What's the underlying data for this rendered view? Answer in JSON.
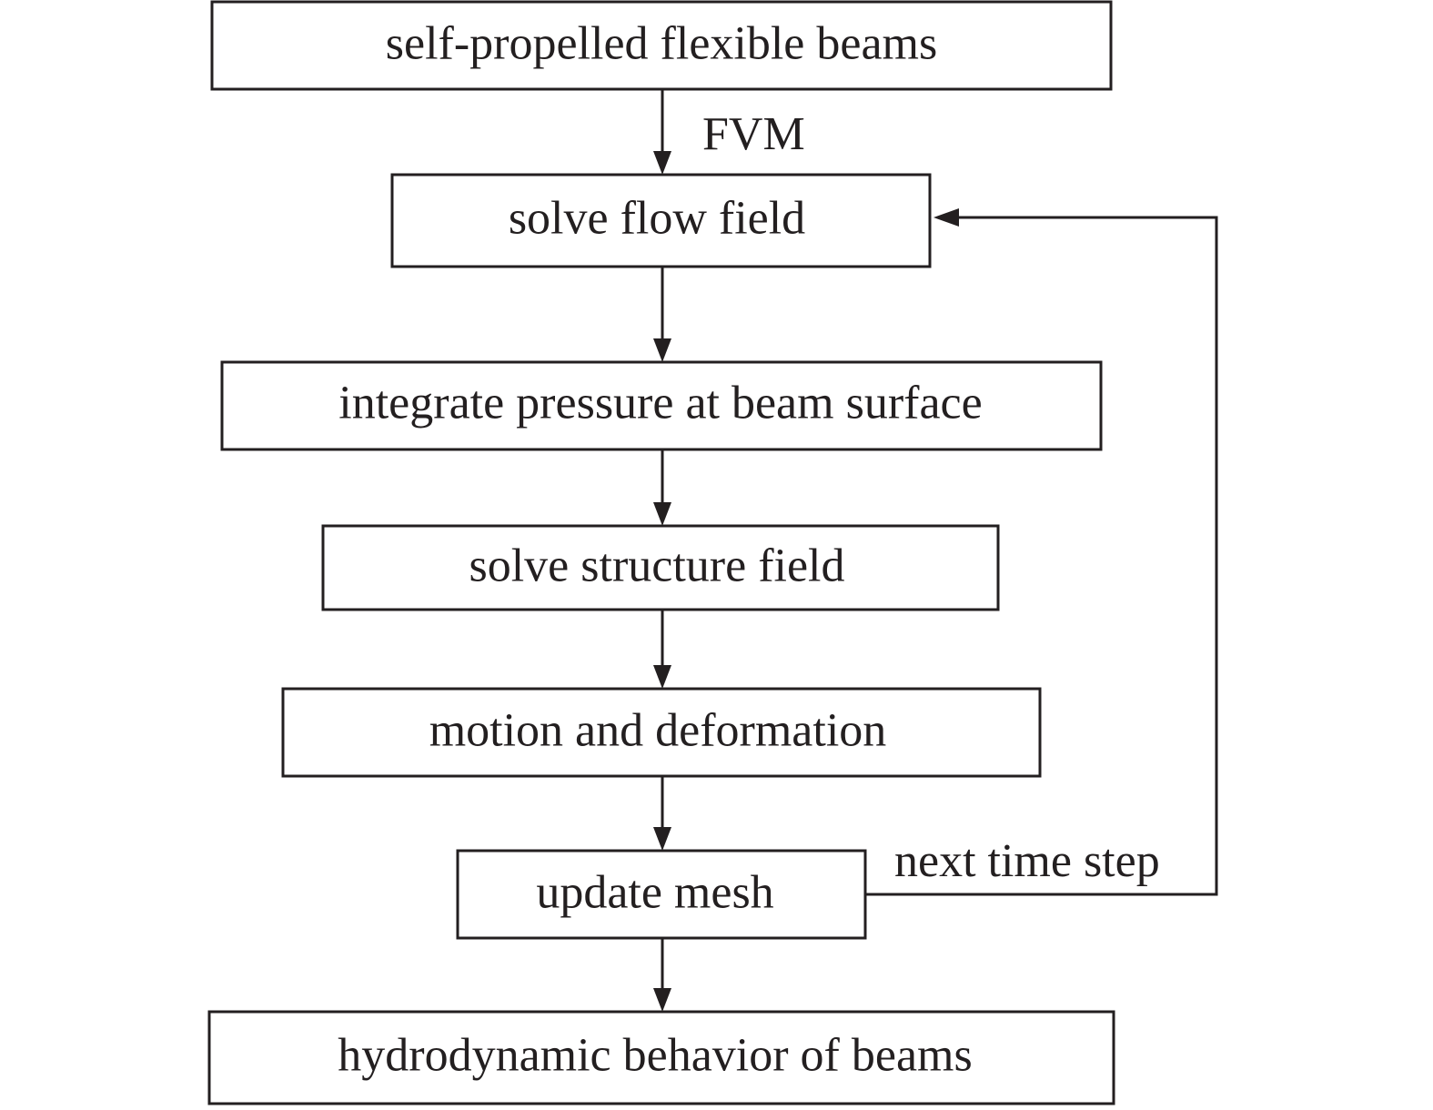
{
  "nodes": {
    "start": "self-propelled flexible beams",
    "flow": "solve flow field",
    "pressure": "integrate pressure at beam surface",
    "structure": "solve structure field",
    "motion": "motion and deformation",
    "mesh": "update mesh",
    "result": "hydrodynamic behavior of beams"
  },
  "edges": [
    {
      "from": "start",
      "to": "flow",
      "label": "FVM"
    },
    {
      "from": "flow",
      "to": "pressure",
      "label": ""
    },
    {
      "from": "pressure",
      "to": "structure",
      "label": ""
    },
    {
      "from": "structure",
      "to": "motion",
      "label": ""
    },
    {
      "from": "motion",
      "to": "mesh",
      "label": ""
    },
    {
      "from": "mesh",
      "to": "result",
      "label": ""
    },
    {
      "from": "mesh",
      "to": "flow",
      "label": "next time step"
    }
  ],
  "labels": {
    "fvm": "FVM",
    "next_time_step": "next time step"
  }
}
